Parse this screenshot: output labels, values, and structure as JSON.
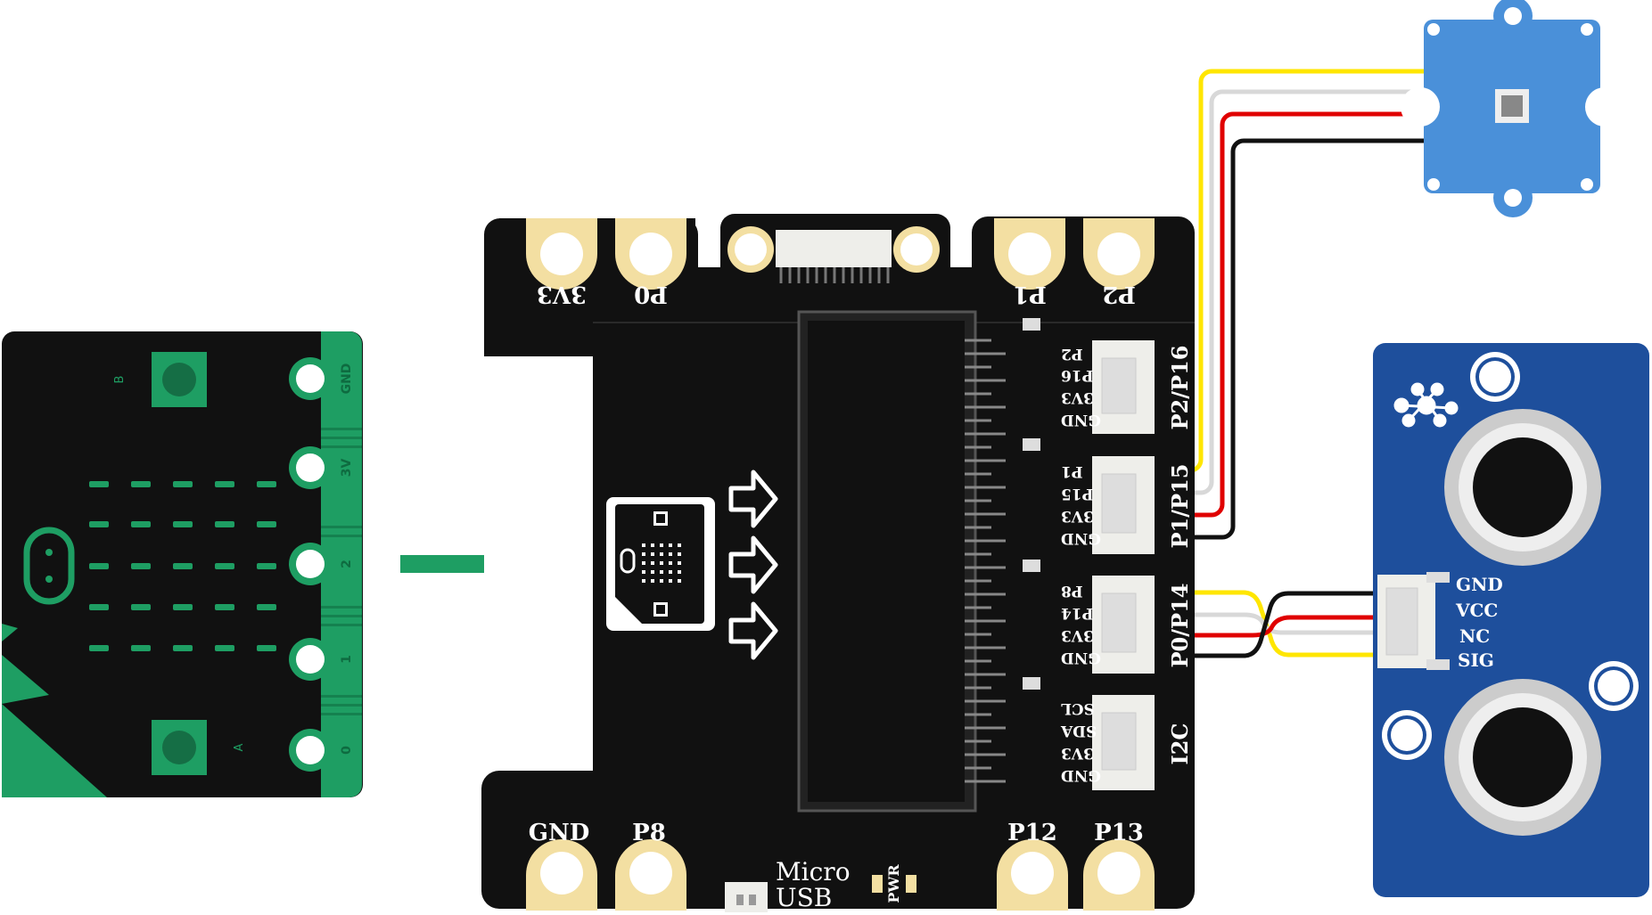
{
  "colors": {
    "microbit_green": "#1e9e63",
    "board_black": "#111111",
    "gold_pad": "#f3dfa2",
    "arrow_green": "#1e9e63",
    "wire_yellow": "#ffe600",
    "wire_white": "#d8d8d8",
    "wire_red": "#e00000",
    "wire_black": "#111111",
    "led_module_blue": "#4a90d9",
    "ultrasonic_blue": "#1e4f9c"
  },
  "microbit": {
    "button_b": "B",
    "button_a": "A",
    "edge_pins": [
      "GND",
      "3V",
      "2",
      "1",
      "0"
    ]
  },
  "expansion_board": {
    "top_pins": [
      "3V3",
      "P0",
      "P1",
      "P2"
    ],
    "bottom_pins": [
      "GND",
      "P8",
      "P12",
      "P13"
    ],
    "usb_label_line1": "Micro",
    "usb_label_line2": "USB",
    "pwr_label": "PWR",
    "connectors": [
      {
        "title": "P2/P16",
        "pins": [
          "P2",
          "P16",
          "3V3",
          "GND"
        ]
      },
      {
        "title": "P1/P15",
        "pins": [
          "P1",
          "P15",
          "3V3",
          "GND"
        ]
      },
      {
        "title": "P0/P14",
        "pins": [
          "P8",
          "P14",
          "3V3",
          "GND"
        ]
      },
      {
        "title": "I2C",
        "pins": [
          "SCL",
          "SDA",
          "3V3",
          "GND"
        ]
      }
    ]
  },
  "ultrasonic": {
    "pins": [
      "GND",
      "VCC",
      "NC",
      "SIG"
    ]
  },
  "icons": {
    "insert_arrow": "arrow-right-icon",
    "hollow_arrows": "hollow-arrow-icon",
    "microbit_logo": "microbit-icon",
    "logo_mark": "molecule-logo-icon"
  }
}
